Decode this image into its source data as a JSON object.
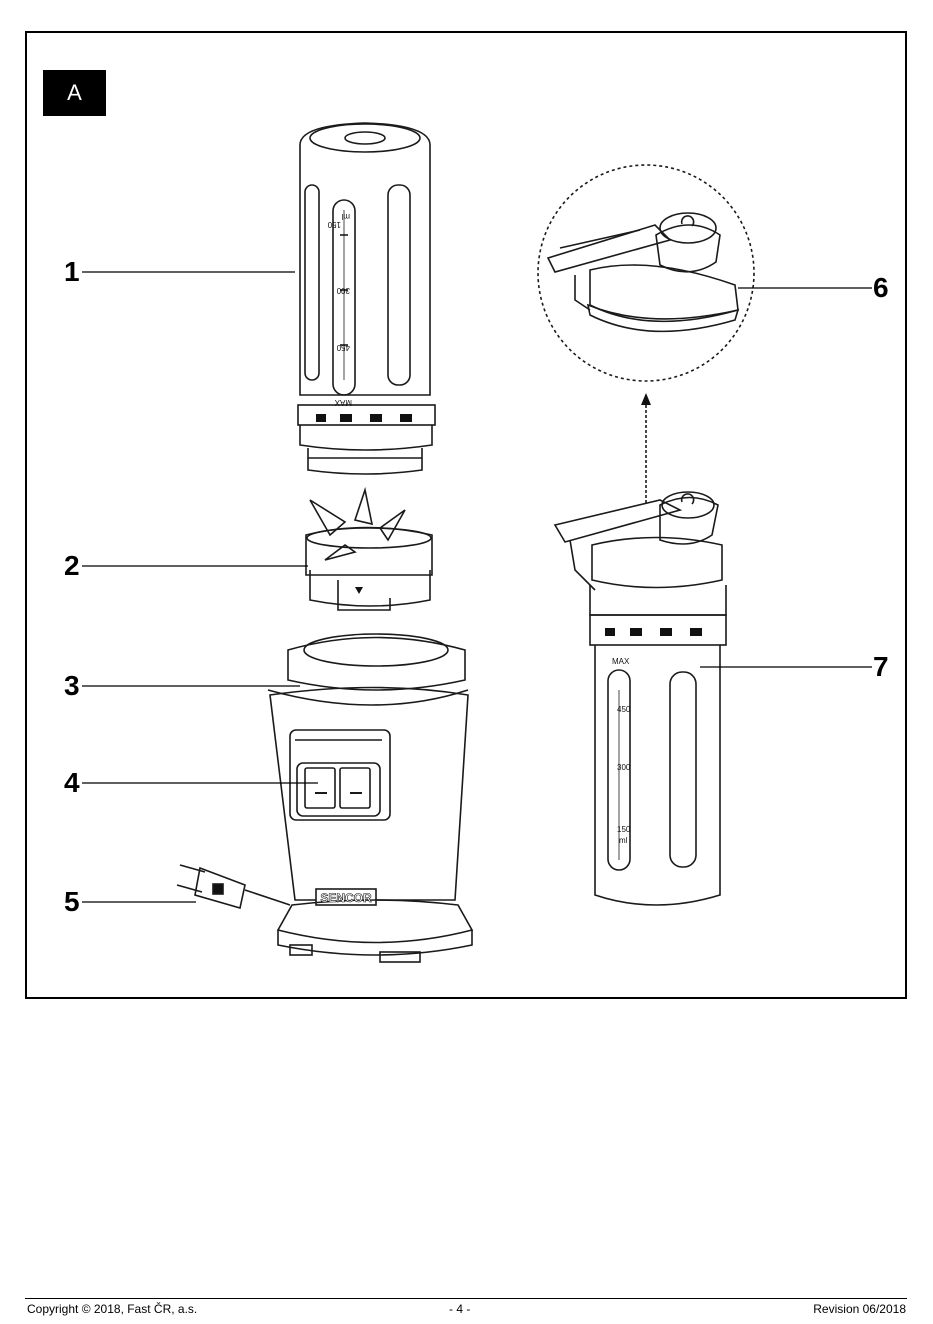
{
  "figure": {
    "badge": "A",
    "callouts": [
      "1",
      "2",
      "3",
      "4",
      "5",
      "6",
      "7"
    ],
    "jar_markings": [
      "150",
      "ml",
      "300",
      "450",
      "MAX"
    ],
    "bottle_markings": [
      "MAX",
      "450",
      "300",
      "150",
      "ml"
    ],
    "brand_plate": "SENCOR"
  },
  "footer": {
    "copyright": "Copyright © 2018, Fast ČR, a.s.",
    "page": "- 4 -",
    "revision": "Revision 06/2018"
  }
}
